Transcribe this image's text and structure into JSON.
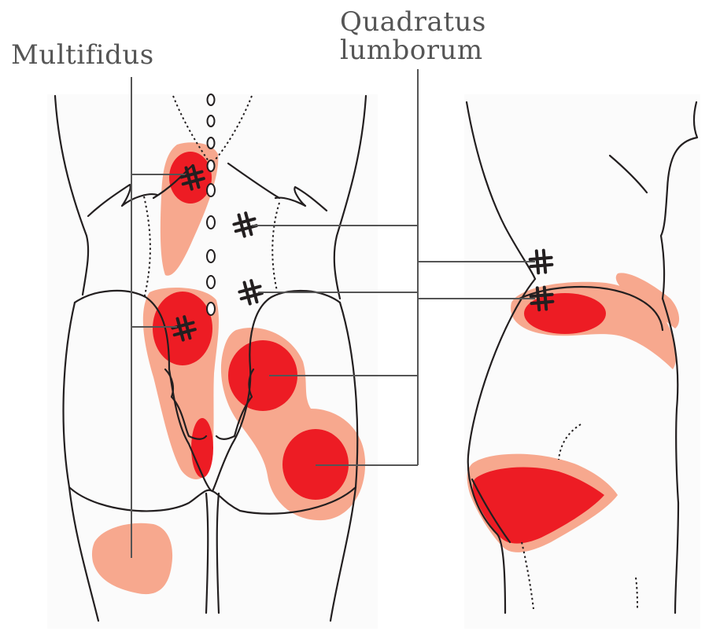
{
  "labels": {
    "multifidus": "Multifidus",
    "quadratus_line1": "Quadratus",
    "quadratus_line2": "lumborum"
  },
  "colors": {
    "referred_pain_spillover": "#f7a88e",
    "referred_pain_essential": "#ed1c24",
    "outline": "#231f20",
    "leader_line": "#555555",
    "background_panel": "#fafafa"
  },
  "icons": {
    "trigger_point": "hash-mark-icon"
  }
}
